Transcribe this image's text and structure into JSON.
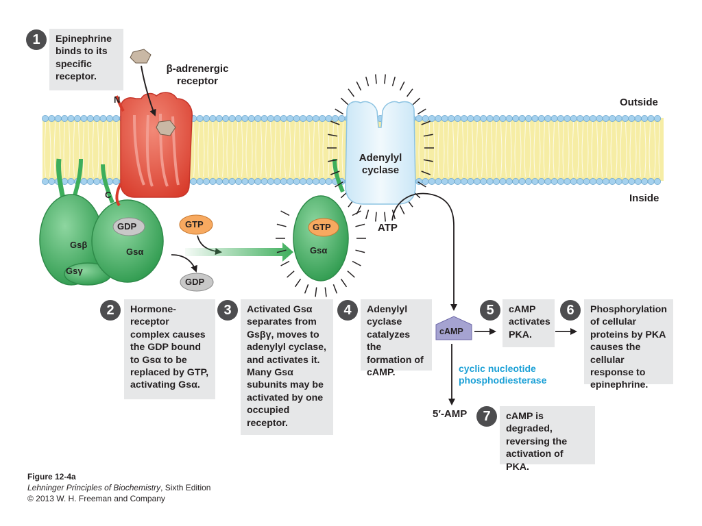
{
  "steps": [
    {
      "num": "1",
      "text": "Epinephrine binds to its specific receptor."
    },
    {
      "num": "2",
      "text": "Hormone-receptor complex causes the GDP bound to Gsα to be replaced by GTP, activating Gsα."
    },
    {
      "num": "3",
      "text": "Activated Gsα separates from Gsβγ, moves to adenylyl cyclase, and activates it. Many Gsα subunits may be activated by one occupied receptor."
    },
    {
      "num": "4",
      "text": "Adenylyl cyclase catalyzes the formation of cAMP."
    },
    {
      "num": "5",
      "text": "cAMP activates PKA."
    },
    {
      "num": "6",
      "text": "Phosphorylation of cellular proteins by PKA causes the cellular response to epinephrine."
    },
    {
      "num": "7",
      "text": "cAMP is degraded, reversing the activation of PKA."
    }
  ],
  "labels": {
    "receptor_name": "β-adrenergic receptor",
    "n_terminus": "N",
    "c_terminus": "C",
    "outside": "Outside",
    "inside": "Inside",
    "adenylyl_cyclase": "Adenylyl cyclase",
    "atp": "ATP",
    "camp": "cAMP",
    "five_amp": "5′-AMP",
    "enzyme": "cyclic nucleotide phosphodiesterase",
    "gdp_bound": "GDP",
    "gtp_free": "GTP",
    "gdp_released": "GDP",
    "gtp_bound": "GTP",
    "g_beta": "Gsβ",
    "g_gamma": "Gsγ",
    "g_alpha": "Gsα",
    "g_alpha_active": "Gsα"
  },
  "caption": {
    "figure": "Figure 12-4a",
    "book": "Lehninger Principles of Biochemistry",
    "edition": ", Sixth Edition",
    "copyright": "© 2013 W. H. Freeman and Company"
  },
  "colors": {
    "membrane_fill": "#f6eda5",
    "head_group": "#a5d1ee",
    "receptor": "#e94e3c",
    "g_protein": "#3dae5b",
    "adenylyl_cyclase": "#d9eef9",
    "camp_badge": "#a5a3d1",
    "gtp": "#f7a960",
    "gdp": "#c8c8c8",
    "step_box": "#e6e7e8",
    "enzyme_text": "#1ba0d6"
  }
}
